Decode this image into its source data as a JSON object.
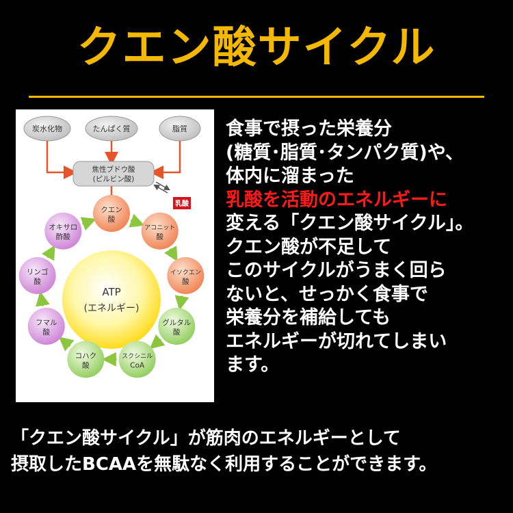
{
  "title": "クエン酸サイクル",
  "diagram": {
    "nutrients": [
      "炭水化物",
      "たんぱく質",
      "脂質"
    ],
    "pyruvate": [
      "焦性ブドウ酸",
      "(ピルビン酸)"
    ],
    "lactic_acid": "乳酸",
    "atp": [
      "ATP",
      "(エネルギー)"
    ],
    "cycle": [
      {
        "line1": "クエン",
        "line2": "酸"
      },
      {
        "line1": "アコニット",
        "line2": "酸"
      },
      {
        "line1": "イソクエン",
        "line2": "酸"
      },
      {
        "line1": "グルタル",
        "line2": "酸"
      },
      {
        "line1": "スクシニル",
        "line2": "CoA"
      },
      {
        "line1": "コハク",
        "line2": "酸"
      },
      {
        "line1": "フマル",
        "line2": "酸"
      },
      {
        "line1": "リンゴ",
        "line2": "酸"
      },
      {
        "line1": "オキサロ",
        "line2": "酢酸"
      }
    ],
    "colors": {
      "nutrient_fill": "#d4d4d4",
      "arrow_red": "#e8542a",
      "arrow_green": "#8cc63f",
      "lactic_red": "#d7141a",
      "cycle_orange": "#f28a55",
      "cycle_green": "#a8d870",
      "cycle_purple": "#d48fd8",
      "atp_yellow": "#ffe34d"
    }
  },
  "body_lines": [
    "食事で摂った栄養分",
    "(糖質･脂質･タンパク質)や、",
    "体内に溜まった",
    "乳酸を活動のエネルギーに",
    "変える「クエン酸サイクル」。",
    "クエン酸が不足して",
    "このサイクルがうまく回ら",
    "ないと、せっかく食事で",
    "栄養分を補給しても",
    "エネルギーが切れてしまい",
    "ます。"
  ],
  "body_highlight_index": 3,
  "body_highlight_color": "#ff1a1a",
  "bottom_lines": [
    "「クエン酸サイクル」が筋肉のエネルギーとして",
    "摂取したBCAAを無駄なく利用することができます。"
  ]
}
